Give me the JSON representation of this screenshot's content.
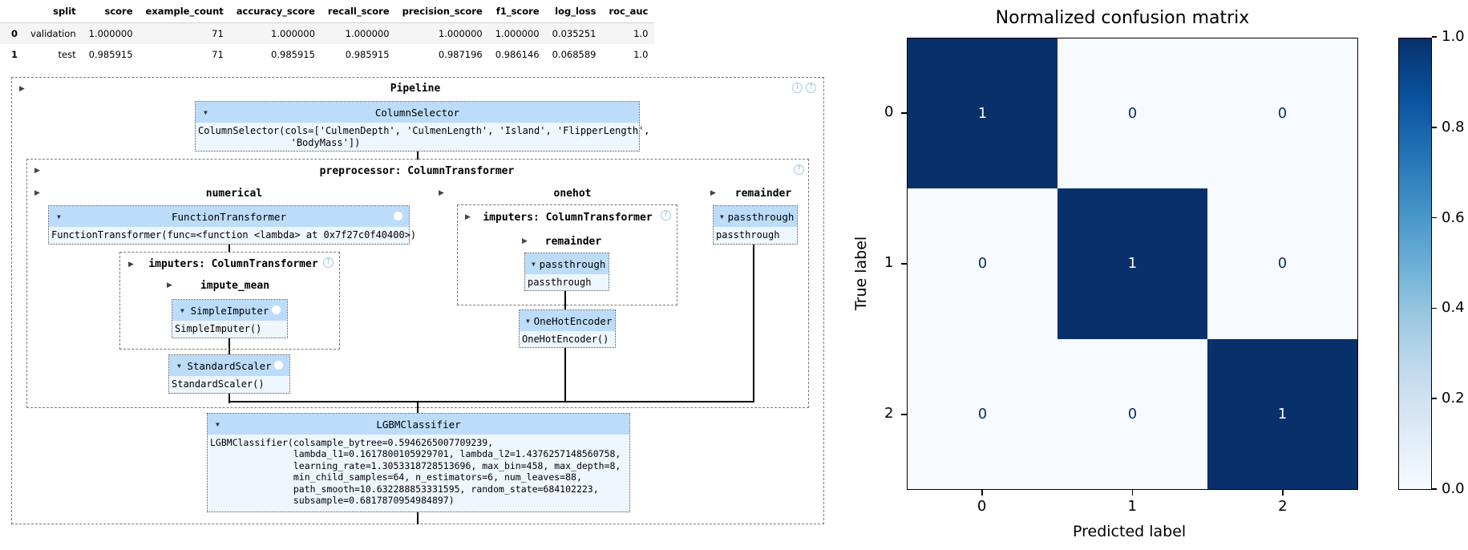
{
  "metrics_table": {
    "columns": [
      "",
      "split",
      "score",
      "example_count",
      "accuracy_score",
      "recall_score",
      "precision_score",
      "f1_score",
      "log_loss",
      "roc_auc"
    ],
    "rows": [
      [
        "0",
        "validation",
        "1.000000",
        "71",
        "1.000000",
        "1.000000",
        "1.000000",
        "1.000000",
        "0.035251",
        "1.0"
      ],
      [
        "1",
        "test",
        "0.985915",
        "71",
        "0.985915",
        "0.985915",
        "0.987196",
        "0.986146",
        "0.068589",
        "1.0"
      ]
    ]
  },
  "pipeline": {
    "title": "Pipeline",
    "column_selector": {
      "name": "ColumnSelector",
      "params_line1": "ColumnSelector(cols=['CulmenDepth', 'CulmenLength', 'Island', 'FlipperLength',",
      "params_line2": "                'BodyMass'])"
    },
    "preprocessor": {
      "title": "preprocessor: ColumnTransformer",
      "numerical": {
        "title": "numerical",
        "function_transformer": {
          "name": "FunctionTransformer",
          "params": "FunctionTransformer(func=<function <lambda> at 0x7f27c0f40400>)"
        },
        "imputers": {
          "title": "imputers: ColumnTransformer",
          "impute_mean": "impute_mean",
          "simple_imputer": {
            "name": "SimpleImputer",
            "params": "SimpleImputer()"
          }
        },
        "standard_scaler": {
          "name": "StandardScaler",
          "params": "StandardScaler()"
        }
      },
      "onehot": {
        "title": "onehot",
        "imputers": {
          "title": "imputers: ColumnTransformer",
          "remainder": "remainder",
          "passthrough": {
            "name": "passthrough",
            "params": "passthrough"
          }
        },
        "onehot_encoder": {
          "name": "OneHotEncoder",
          "params": "OneHotEncoder()"
        }
      },
      "remainder": {
        "title": "remainder",
        "passthrough": {
          "name": "passthrough",
          "params": "passthrough"
        }
      }
    },
    "classifier": {
      "name": "LGBMClassifier",
      "params": "LGBMClassifier(colsample_bytree=0.5946265007709239,\n               lambda_l1=0.1617800105929701, lambda_l2=1.4376257148560758,\n               learning_rate=1.3053318728513696, max_bin=458, max_depth=8,\n               min_child_samples=64, n_estimators=6, num_leaves=88,\n               path_smooth=10.632288853331595, random_state=684102223,\n               subsample=0.6817870954984897)"
    }
  },
  "chart_data": {
    "type": "heatmap",
    "title": "Normalized confusion matrix",
    "xlabel": "Predicted label",
    "ylabel": "True label",
    "x_categories": [
      "0",
      "1",
      "2"
    ],
    "y_categories": [
      "0",
      "1",
      "2"
    ],
    "values": [
      [
        1,
        0,
        0
      ],
      [
        0,
        1,
        0
      ],
      [
        0,
        0,
        1
      ]
    ],
    "colorbar": {
      "min": 0.0,
      "max": 1.0,
      "ticks": [
        "0.0",
        "0.2",
        "0.4",
        "0.6",
        "0.8",
        "1.0"
      ]
    },
    "colors": {
      "high": "#08306b",
      "low": "#f7fbff",
      "text_on_high": "#ffffff",
      "text_on_low": "#08306b"
    }
  }
}
